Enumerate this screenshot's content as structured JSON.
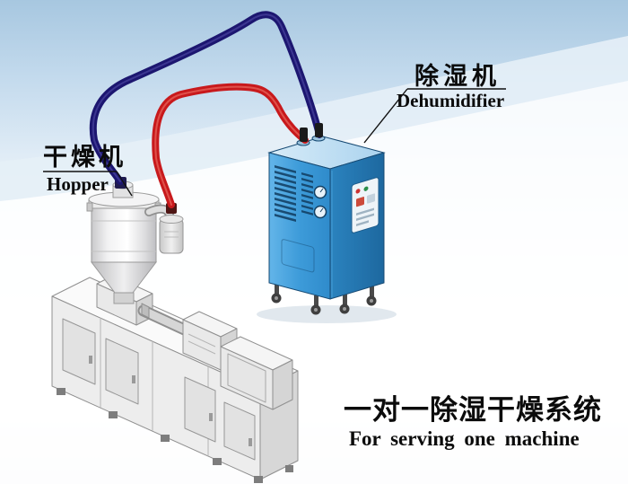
{
  "labels": {
    "dehumidifier": {
      "cn": "除湿机",
      "en": "Dehumidifier"
    },
    "dryer": {
      "cn": "干燥机",
      "en": "Hopper"
    }
  },
  "caption": {
    "cn": "一对一除湿干燥系统",
    "en": "For serving one machine"
  },
  "colors": {
    "hose_supply_navy": "#1c1670",
    "hose_return_red": "#c8191c",
    "dehumidifier_front_blue": "#3d9bd9",
    "dehumidifier_side_blue": "#2b83bf",
    "dehumidifier_top_blue": "#c8e4f6",
    "sky_band_blue": "#a7c7e0",
    "machine_gray": "#ededed"
  }
}
